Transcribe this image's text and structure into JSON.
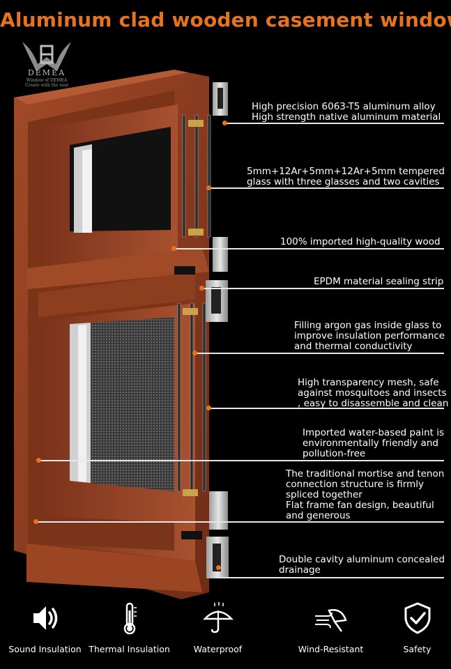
{
  "title": "Aluminum clad wooden casement window",
  "logo": {
    "name": "DEMEA",
    "tagline_1": "Window of DEMEA",
    "tagline_2": "Create with the soul"
  },
  "callouts": [
    {
      "lines": [
        "High precision 6063-T5 aluminum alloy",
        "High strength native aluminum material"
      ]
    },
    {
      "lines": [
        "5mm+12Ar+5mm+12Ar+5mm tempered",
        "glass with three glasses and two cavities"
      ]
    },
    {
      "lines": [
        "100% imported high-quality wood"
      ]
    },
    {
      "lines": [
        "EPDM material sealing strip"
      ]
    },
    {
      "lines": [
        "Filling argon gas inside glass to",
        "improve insulation performance",
        "and thermal conductivity"
      ]
    },
    {
      "lines": [
        "High transparency mesh, safe",
        "against mosquitoes and insects",
        ", easy to disassemble and clean"
      ]
    },
    {
      "lines": [
        "Imported water-based paint is",
        "environmentally friendly and",
        "pollution-free"
      ]
    },
    {
      "lines": [
        "The traditional mortise and tenon",
        "connection structure is firmly",
        "spliced together",
        "Flat frame fan design, beautiful",
        "and generous"
      ]
    },
    {
      "lines": [
        "Double cavity aluminum concealed",
        "drainage"
      ]
    }
  ],
  "features": [
    {
      "label": "Sound Insulation",
      "icon": "speaker-icon"
    },
    {
      "label": "Thermal Insulation",
      "icon": "thermometer-icon"
    },
    {
      "label": "Waterproof",
      "icon": "umbrella-icon"
    },
    {
      "label": "Wind-Resistant",
      "icon": "wind-icon"
    },
    {
      "label": "Safety",
      "icon": "shield-check-icon"
    }
  ],
  "colors": {
    "accent": "#e8731f",
    "wood": "#8a3d22",
    "background": "#000000"
  }
}
